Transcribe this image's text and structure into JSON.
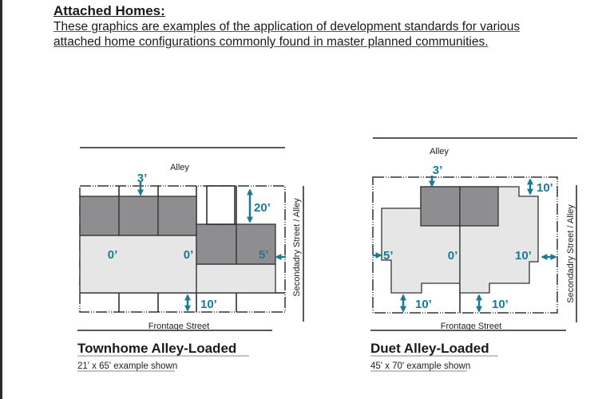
{
  "header": {
    "title": "Attached Homes:",
    "line1": "These graphics are examples of the application of development standards for various",
    "line2": "attached home configurations commonly found in master planned communities."
  },
  "townhome": {
    "title": "Townhome Alley-Loaded",
    "subtitle": "21' x 65' example shown",
    "alley": "Alley",
    "frontage": "Frontage Street",
    "secondary": "Secondadry Street / Alley",
    "dims": {
      "rear": "3’",
      "garage": "20’",
      "side_left": "0’",
      "side_mid": "0’",
      "corner": "5’",
      "front": "10’"
    }
  },
  "duet": {
    "title": "Duet Alley-Loaded",
    "subtitle": "45' x 70' example shown",
    "alley": "Alley",
    "frontage": "Frontage Street",
    "secondary": "Secondadry Street / Alley",
    "dims": {
      "rear": "3’",
      "rear_corner": "10’",
      "side": "5’",
      "party": "0’",
      "corner": "10’",
      "front_left": "10’",
      "front_right": "10’"
    }
  },
  "colors": {
    "accent": "#1b7a93",
    "building_dark": "#8e8e90",
    "building_light": "#e6e6e6"
  }
}
